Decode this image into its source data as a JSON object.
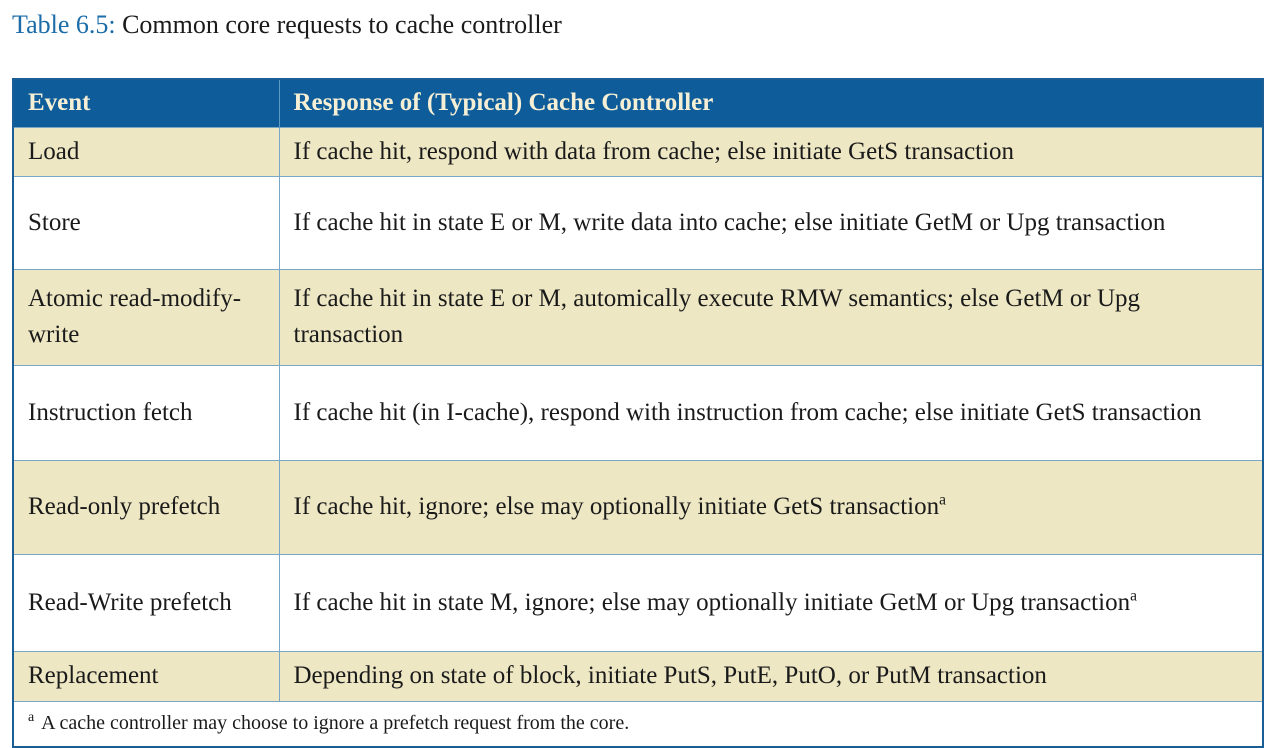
{
  "caption": {
    "label": "Table 6.5:",
    "text": " Common core requests to cache controller"
  },
  "colors": {
    "header_background": "#0E5C99",
    "header_text": "#F5EFD5",
    "alt_row_background": "#EDE7C4",
    "plain_row_background": "#FFFFFF",
    "outer_border": "#1B5E95",
    "inner_rule": "#7BA7C7",
    "caption_label": "#1B6CA8",
    "body_text": "#1A1A1A"
  },
  "table": {
    "headers": [
      "Event",
      "Response of (Typical) Cache Controller"
    ],
    "rows": [
      {
        "event": "Load",
        "response": "If cache hit, respond with data from cache; else initiate GetS transaction",
        "footnote_mark": ""
      },
      {
        "event": "Store",
        "response": "If cache hit in state E or M, write data into cache; else initiate GetM or Upg transaction",
        "footnote_mark": ""
      },
      {
        "event": "Atomic read-modify-write",
        "response": "If cache hit in state E or M, automically execute RMW semantics; else GetM or Upg transaction",
        "footnote_mark": ""
      },
      {
        "event": "Instruction fetch",
        "response": "If cache hit (in I-cache), respond with instruction from cache; else initiate GetS transaction",
        "footnote_mark": ""
      },
      {
        "event": "Read-only prefetch",
        "response": "If cache hit, ignore; else may optionally initiate GetS transaction",
        "footnote_mark": "a"
      },
      {
        "event": "Read-Write prefetch",
        "response": "If cache hit in state M, ignore; else may optionally initiate GetM or Upg transaction",
        "footnote_mark": "a"
      },
      {
        "event": "Replacement",
        "response": "Depending on state of block, initiate PutS, PutE, PutO, or PutM transaction",
        "footnote_mark": ""
      }
    ],
    "footnote": {
      "mark": "a",
      "text": " A cache controller may choose to ignore a prefetch request from the core."
    }
  }
}
